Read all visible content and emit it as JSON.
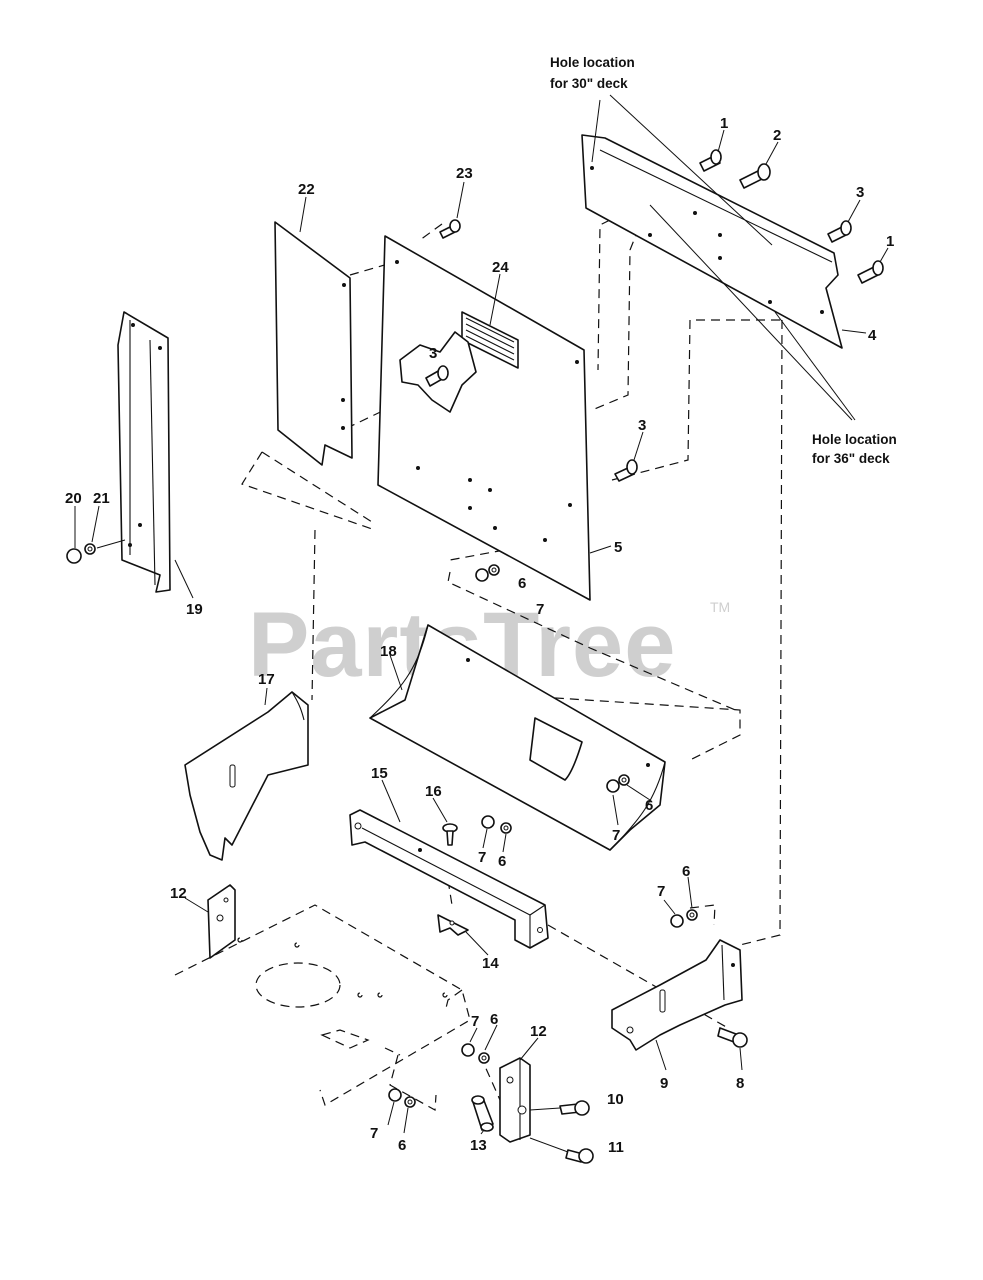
{
  "watermark": {
    "text": "PartsTree",
    "tm": "TM"
  },
  "notes": {
    "hole30_line1": "Hole location",
    "hole30_line2": "for 30\" deck",
    "hole36_line1": "Hole location",
    "hole36_line2": "for 36\" deck"
  },
  "callouts": {
    "c1a": "1",
    "c2": "2",
    "c3a": "3",
    "c1b": "1",
    "c4": "4",
    "c23": "23",
    "c22": "22",
    "c24": "24",
    "c3b": "3",
    "c3c": "3",
    "c20": "20",
    "c21": "21",
    "c19": "19",
    "c5": "5",
    "c6a": "6",
    "c7a": "7",
    "c18": "18",
    "c17": "17",
    "c6b": "6",
    "c7b": "7",
    "c15": "15",
    "c16": "16",
    "c7c": "7",
    "c6c": "6",
    "c14": "14",
    "c12a": "12",
    "c7d": "7",
    "c6d": "6",
    "c9": "9",
    "c8": "8",
    "c7e": "7",
    "c6e": "6",
    "c12b": "12",
    "c10": "10",
    "c11": "11",
    "c13": "13",
    "c7f": "7",
    "c6f": "6"
  }
}
